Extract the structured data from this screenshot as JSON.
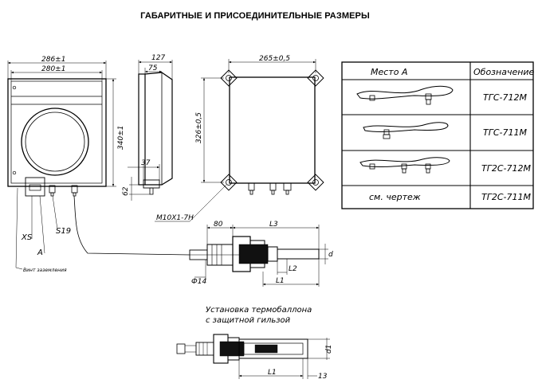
{
  "title": "ГАБАРИТНЫЕ И ПРИСОЕДИНИТЕЛЬНЫЕ РАЗМЕРЫ",
  "front_view": {
    "dim_outer": "286±1",
    "dim_inner": "280±1",
    "dim_height": "340±1",
    "label_xs": "XS",
    "label_s19": "S19",
    "label_a": "A",
    "label_ground": "Винт заземления"
  },
  "side_view": {
    "dim_depth": "127",
    "dim_body": "75",
    "dim_bottom": "37",
    "dim_height": "62"
  },
  "back_view": {
    "dim_width": "265±0,5",
    "dim_height": "326±0,5",
    "label_thread": "M10X1-7H"
  },
  "sensor_detail": {
    "dim_80": "80",
    "dim_l3": "L3",
    "dim_l2": "L2",
    "dim_l1": "L1",
    "dim_d": "d",
    "dim_phi14": "Ф14"
  },
  "well_detail": {
    "caption_line1": "Установка термобаллона",
    "caption_line2": "с защитной гильзой",
    "dim_l1": "L1",
    "dim_13": "13",
    "dim_d1": "d1"
  },
  "table": {
    "header_place": "Место А",
    "header_designation": "Обозначение",
    "rows": [
      {
        "designation": "ТГС-712М"
      },
      {
        "designation": "ТГС-711М"
      },
      {
        "designation": "ТГ2С-712М"
      },
      {
        "place": "см. чертеж",
        "designation": "ТГ2С-711М"
      }
    ]
  }
}
